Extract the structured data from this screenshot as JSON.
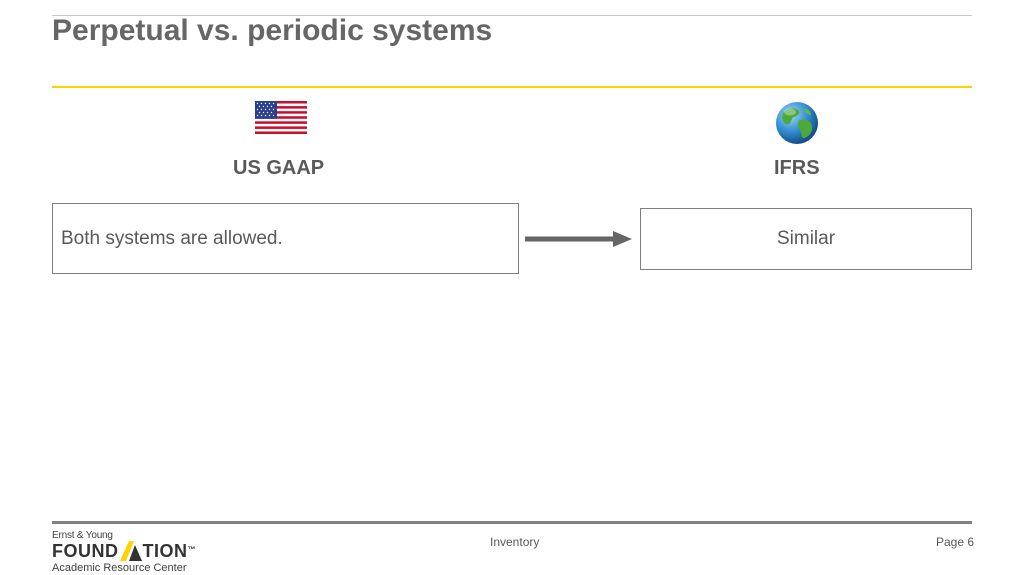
{
  "slide": {
    "title": "Perpetual vs. periodic systems"
  },
  "left": {
    "heading": "US GAAP",
    "text": "Both systems are allowed.",
    "icon": "us-flag-icon"
  },
  "right": {
    "heading": "IFRS",
    "text": "Similar",
    "icon": "globe-icon"
  },
  "footer": {
    "center": "Inventory",
    "page": "Page 6",
    "logo_top": "Ernst & Young",
    "logo_left": "FOUND",
    "logo_right": "TION",
    "logo_tm": "™",
    "logo_sub": "Academic Resource Center"
  },
  "colors": {
    "accent": "#ffd200",
    "title": "#666666",
    "arrow": "#666666"
  }
}
